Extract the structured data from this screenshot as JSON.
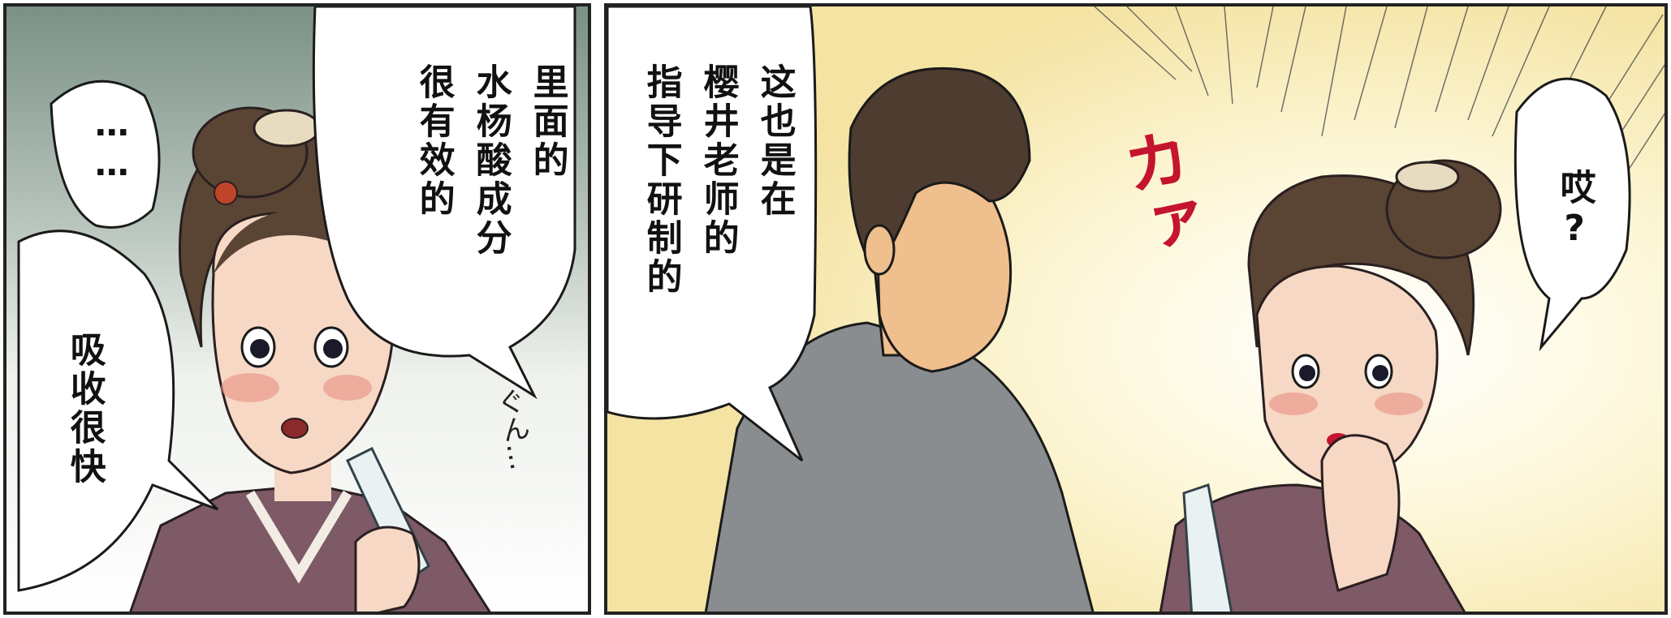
{
  "panel_left": {
    "speech_top": [
      "里面的",
      "水杨酸成分",
      "很有效的"
    ],
    "speech_ellipsis": "……",
    "speech_bottom": [
      "吸收很快"
    ],
    "sfx": "ぐん…"
  },
  "panel_right": {
    "speech_main": [
      "这也是在",
      "樱井老师的",
      "指导下研制的"
    ],
    "speech_small": "哎?",
    "sfx": "カァ"
  },
  "colors": {
    "border": "#222222",
    "skin": "#f6d8c4",
    "hair": "#5a4535",
    "kimono": "#7d5a66",
    "suit": "#8a8d8f",
    "blush": "#e98f84",
    "sfx_red": "#c4142e",
    "glow": "#fbf3c4",
    "bg_teal": "#7f9589"
  }
}
